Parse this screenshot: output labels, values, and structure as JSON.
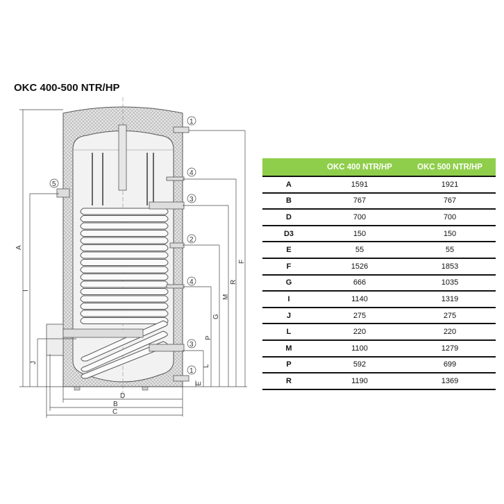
{
  "title": "OKC 400-500 NTR/HP",
  "diagram": {
    "dimension_labels": {
      "A": "A",
      "B": "B",
      "C": "C",
      "D": "D",
      "E": "E",
      "F": "F",
      "G": "G",
      "I": "I",
      "J": "J",
      "L": "L",
      "M": "M",
      "P": "P",
      "R": "R"
    },
    "connection_markers": [
      "1",
      "4",
      "3",
      "2",
      "4",
      "3",
      "1",
      "5"
    ]
  },
  "table": {
    "headers": [
      "",
      "OKC 400 NTR/HP",
      "OKC 500 NTR/HP"
    ],
    "rows": [
      [
        "A",
        "1591",
        "1921"
      ],
      [
        "B",
        "767",
        "767"
      ],
      [
        "D",
        "700",
        "700"
      ],
      [
        "D3",
        "150",
        "150"
      ],
      [
        "E",
        "55",
        "55"
      ],
      [
        "F",
        "1526",
        "1853"
      ],
      [
        "G",
        "666",
        "1035"
      ],
      [
        "I",
        "1140",
        "1319"
      ],
      [
        "J",
        "275",
        "275"
      ],
      [
        "L",
        "220",
        "220"
      ],
      [
        "M",
        "1100",
        "1279"
      ],
      [
        "P",
        "592",
        "699"
      ],
      [
        "R",
        "1190",
        "1369"
      ]
    ]
  }
}
